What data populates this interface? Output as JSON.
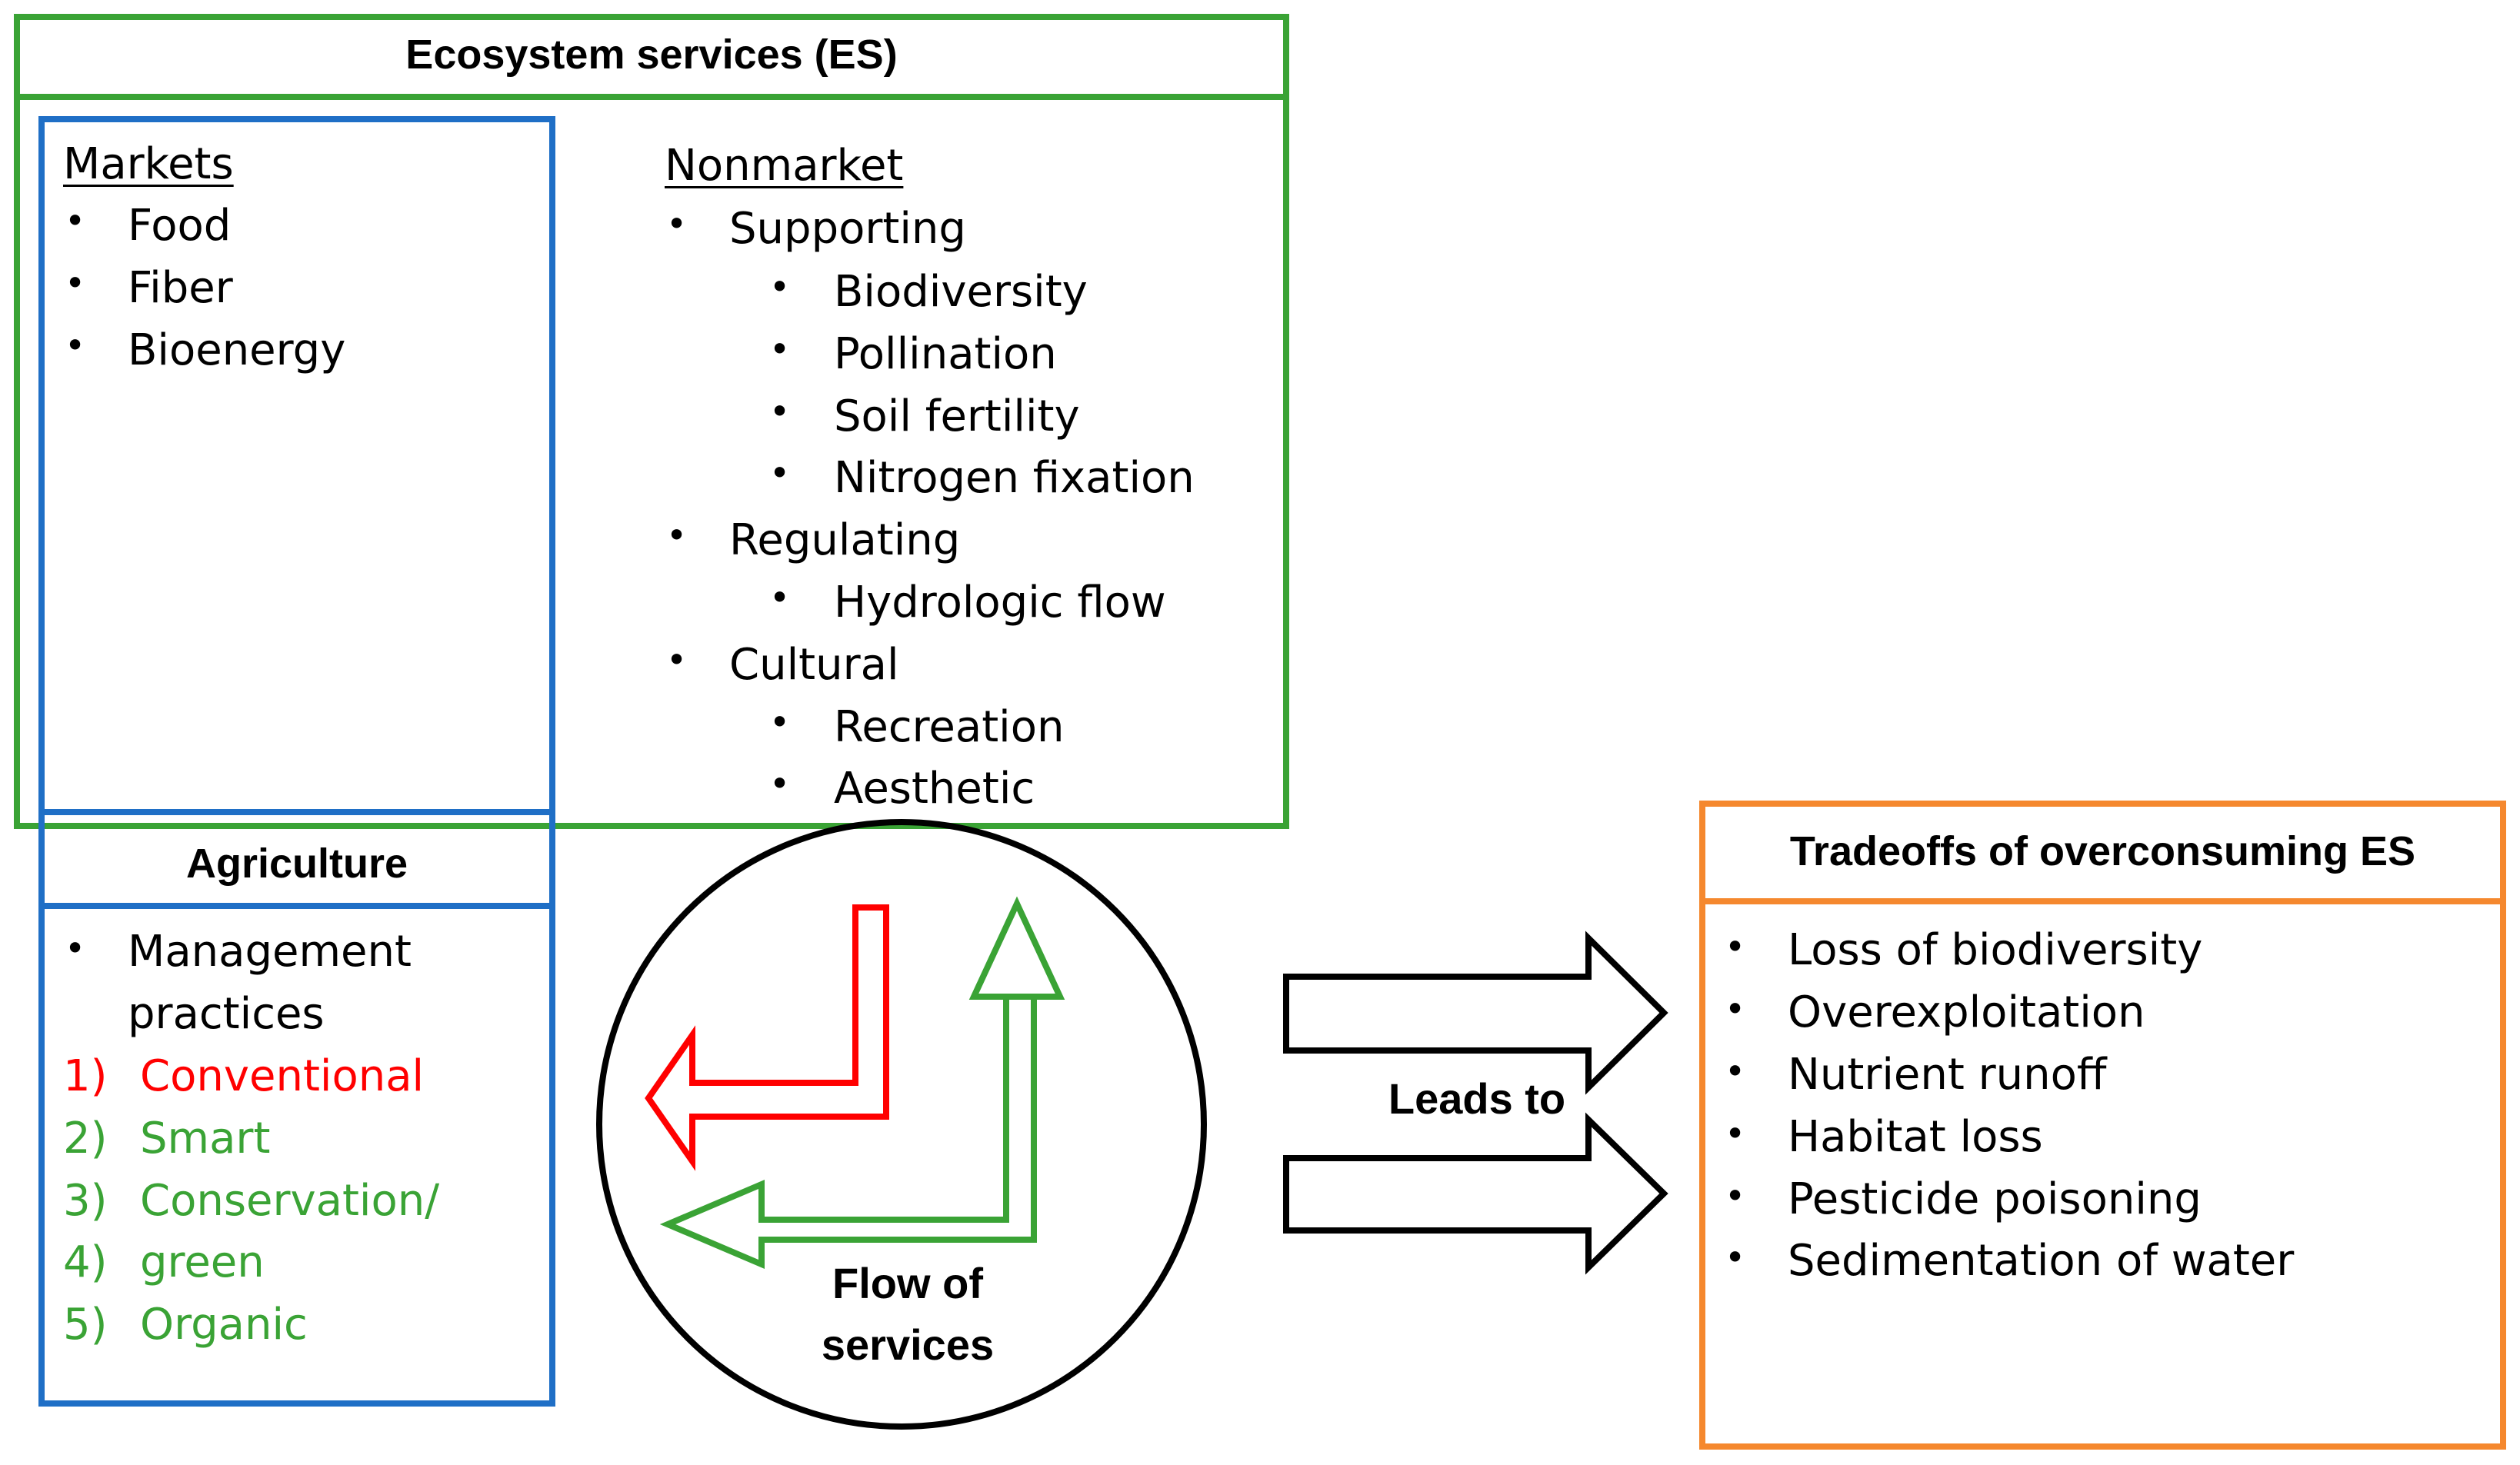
{
  "es": {
    "title": "Ecosystem services (ES)",
    "markets": {
      "heading": "Markets",
      "items": [
        "Food",
        "Fiber",
        "Bioenergy"
      ]
    },
    "nonmarket": {
      "heading": "Nonmarket",
      "supporting": "Supporting",
      "supporting_items": [
        "Biodiversity",
        "Pollination",
        "Soil fertility",
        "Nitrogen fixation"
      ],
      "regulating": "Regulating",
      "regulating_items": [
        "Hydrologic flow"
      ],
      "cultural": "Cultural",
      "cultural_items": [
        "Recreation",
        "Aesthetic"
      ]
    }
  },
  "agriculture": {
    "title": "Agriculture",
    "mgmt_line1": "Management",
    "mgmt_line2": "practices",
    "practices": [
      {
        "num": "1)",
        "label": "Conventional"
      },
      {
        "num": "2)",
        "label": "Smart"
      },
      {
        "num": "3)",
        "label": "Conservation/"
      },
      {
        "num": "4)",
        "label": "green"
      },
      {
        "num": "5)",
        "label": "Organic"
      }
    ]
  },
  "flow": {
    "line1": "Flow of",
    "line2": "services"
  },
  "leads_to": "Leads to",
  "tradeoffs": {
    "title": "Tradeoffs of overconsuming ES",
    "items": [
      "Loss of biodiversity",
      "Overexploitation",
      "Nutrient runoff",
      "Habitat loss",
      "Pesticide poisoning",
      "Sedimentation of water"
    ]
  },
  "colors": {
    "green": "#3aa335",
    "blue": "#1f6fc6",
    "orange": "#f5882e",
    "red": "#ff0000",
    "black": "#000000"
  }
}
